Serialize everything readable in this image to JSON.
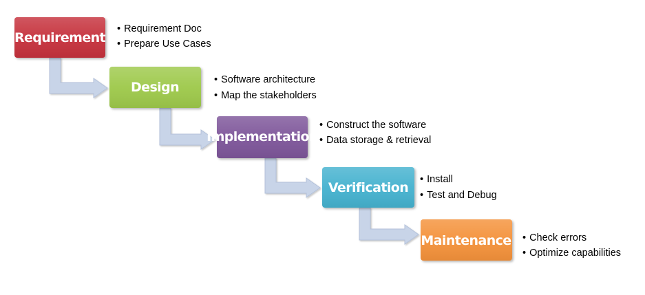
{
  "stages": [
    {
      "title": "Requirement",
      "color": "#c6313d",
      "bullets": [
        "Requirement Doc",
        "Prepare Use Cases"
      ]
    },
    {
      "title": "Design",
      "color": "#9ec94c",
      "bullets": [
        "Software architecture",
        "Map the stakeholders"
      ]
    },
    {
      "title": "Implementation",
      "color": "#7e569a",
      "bullets": [
        "Construct the software",
        "Data storage & retrieval"
      ]
    },
    {
      "title": "Verification",
      "color": "#44b2cf",
      "bullets": [
        "Install",
        "Test and Debug"
      ]
    },
    {
      "title": "Maintenance",
      "color": "#f4923a",
      "bullets": [
        "Check errors",
        "Optimize capabilities"
      ]
    }
  ],
  "arrow_color": "#c8d4e8",
  "bullet_glyph": "•"
}
